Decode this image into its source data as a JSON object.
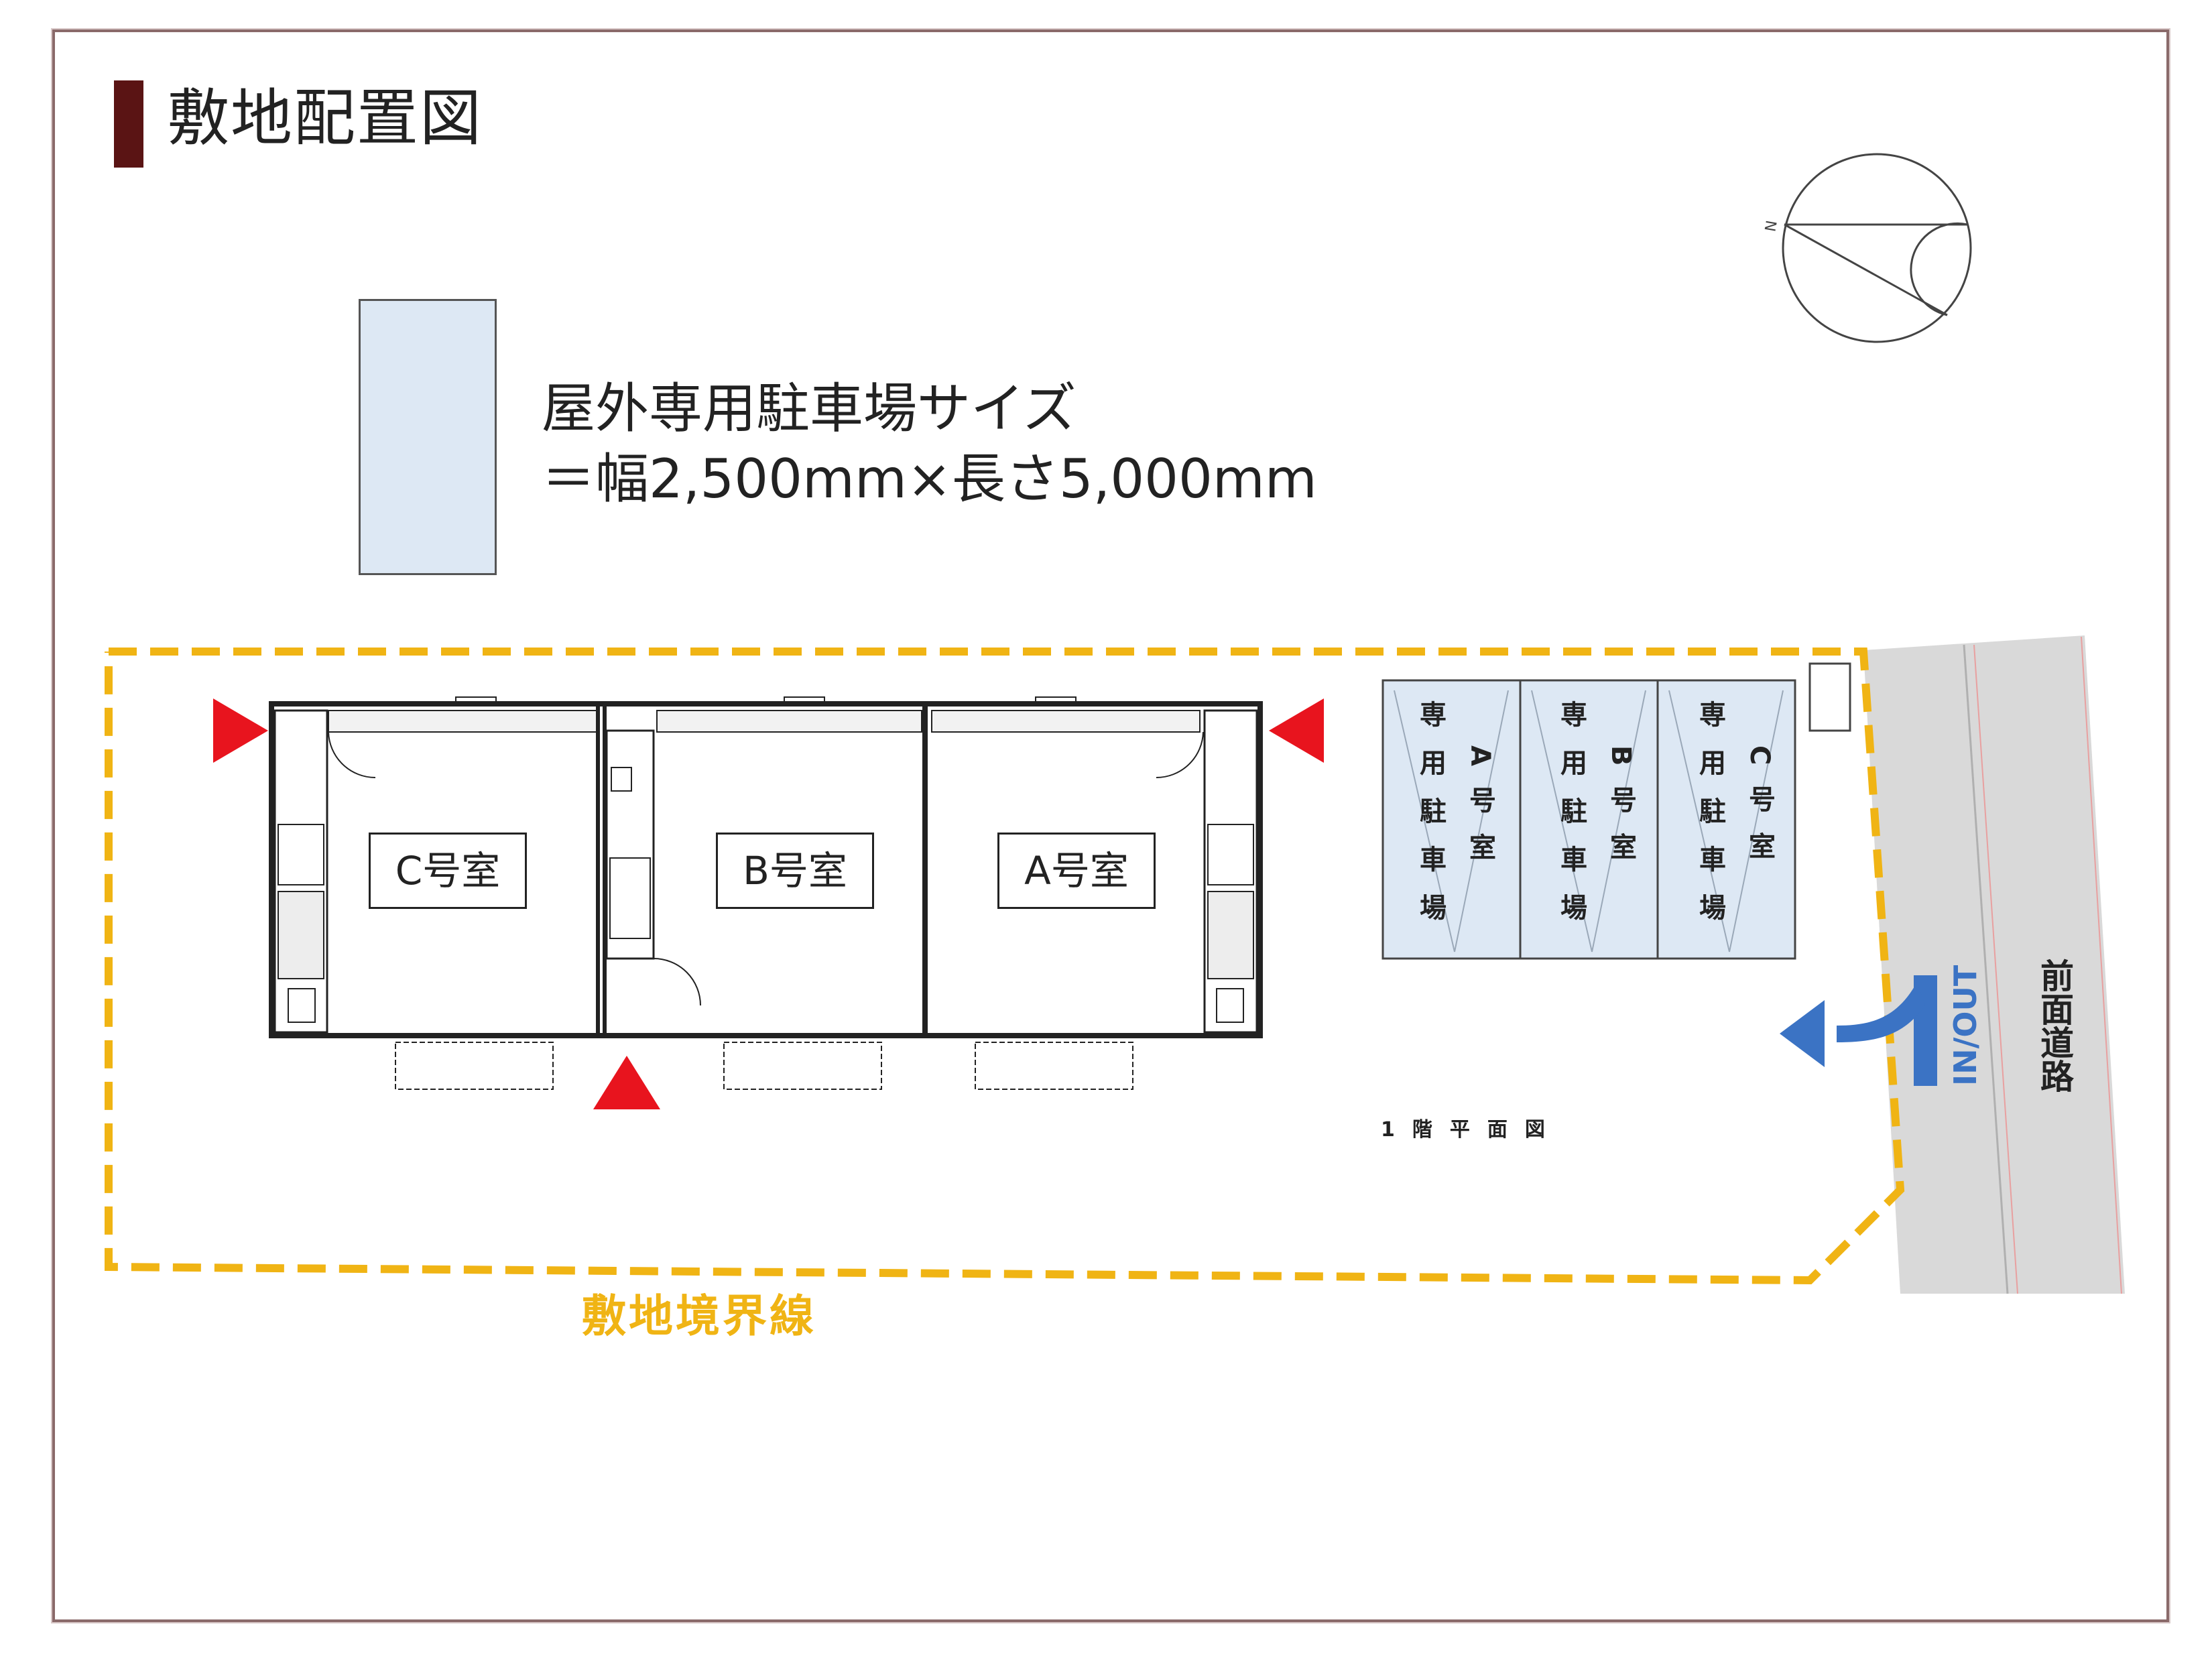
{
  "page": {
    "title": "敷地配置図"
  },
  "parking_size": {
    "line1": "屋外専用駐車場サイズ",
    "line2": "＝幅2,500mm×長さ5,000mm"
  },
  "rooms": [
    {
      "label": "C号室"
    },
    {
      "label": "B号室"
    },
    {
      "label": "A号室"
    }
  ],
  "parking_spaces": [
    {
      "left_text": "専用駐車場",
      "right_text": "A号室"
    },
    {
      "left_text": "専用駐車場",
      "right_text": "B号室"
    },
    {
      "left_text": "専用駐車場",
      "right_text": "C号室"
    }
  ],
  "labels": {
    "boundary": "敷地境界線",
    "floor_plan": "1階平面図",
    "front_road": "前面道路",
    "in_out": "IN/OUT",
    "north": "N"
  },
  "colors": {
    "title_bar": "#5a1414",
    "boundary": "#f0b414",
    "parking_fill": "#dde8f4",
    "entrance_marker": "#e8141e",
    "in_out_arrow": "#3b73c4",
    "road": "#d9d9d9"
  },
  "icons": {
    "entrance_marker": "red-triangle-icon",
    "compass": "compass-north-icon",
    "traffic_arrow": "in-out-arrow-icon"
  }
}
